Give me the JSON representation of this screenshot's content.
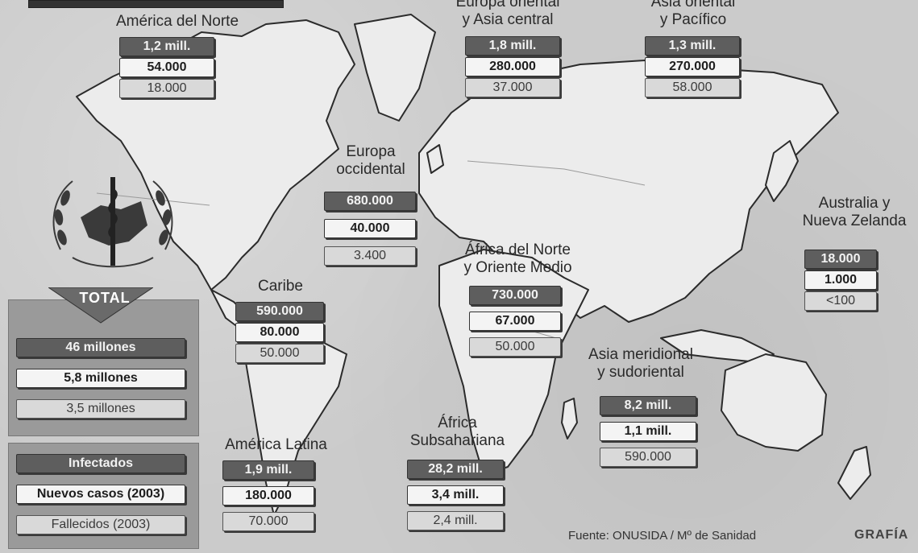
{
  "colors": {
    "background": "#c9c9c9",
    "land": "#e9e9e9",
    "infectados_box": "#5e5e5e",
    "nuevos_box": "#f4f4f4",
    "fallecidos_box": "#d9d9d9"
  },
  "icons": [
    "who-emblem-icon",
    "total-arrow-icon"
  ],
  "regions": {
    "america_norte": {
      "name": "América del Norte",
      "infectados": "1,2 mill.",
      "nuevos": "54.000",
      "fallecidos": "18.000"
    },
    "europa_oriental": {
      "name": "Europa oriental\ny Asia central",
      "infectados": "1,8 mill.",
      "nuevos": "280.000",
      "fallecidos": "37.000"
    },
    "asia_oriental": {
      "name": "Asia oriental\ny Pacífico",
      "infectados": "1,3 mill.",
      "nuevos": "270.000",
      "fallecidos": "58.000"
    },
    "europa_occidental": {
      "name": "Europa\noccidental",
      "infectados": "680.000",
      "nuevos": "40.000",
      "fallecidos": "3.400"
    },
    "australia": {
      "name": "Australia y\nNueva Zelanda",
      "infectados": "18.000",
      "nuevos": "1.000",
      "fallecidos": "<100"
    },
    "africa_norte": {
      "name": "África del Norte\ny Oriente Medio",
      "infectados": "730.000",
      "nuevos": "67.000",
      "fallecidos": "50.000"
    },
    "caribe": {
      "name": "Caribe",
      "infectados": "590.000",
      "nuevos": "80.000",
      "fallecidos": "50.000"
    },
    "asia_meridional": {
      "name": "Asia meridional\ny sudoriental",
      "infectados": "8,2 mill.",
      "nuevos": "1,1 mill.",
      "fallecidos": "590.000"
    },
    "america_latina": {
      "name": "América Latina",
      "infectados": "1,9 mill.",
      "nuevos": "180.000",
      "fallecidos": "70.000"
    },
    "africa_sub": {
      "name": "África\nSubsahariana",
      "infectados": "28,2 mill.",
      "nuevos": "3,4 mill.",
      "fallecidos": "2,4 mill."
    }
  },
  "total": {
    "label": "TOTAL",
    "infectados": "46 millones",
    "nuevos": "5,8 millones",
    "fallecidos": "3,5 millones"
  },
  "legend": {
    "infectados": "Infectados",
    "nuevos": "Nuevos casos (2003)",
    "fallecidos": "Fallecidos (2003)"
  },
  "source": "Fuente: ONUSIDA / Mº de Sanidad",
  "brand": "GRAFÍA"
}
